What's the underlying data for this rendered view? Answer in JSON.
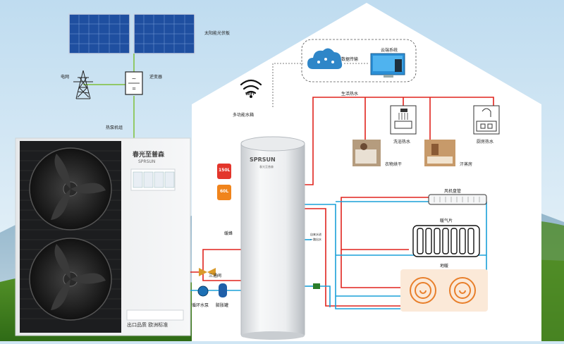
{
  "labels": {
    "solar_panel": "太阳能光伏板",
    "grid": "电网",
    "inverter": "逆变器",
    "heat_pump_unit": "热泵机组",
    "wifi": "多功能水箱",
    "data_transfer": "数据传输",
    "cloud_system": "云端系统",
    "domestic_hot_water": "生活热水",
    "bath_hot_water": "洗浴热水",
    "kitchen_hot_water": "厨房热水",
    "clothes_dryer": "衣物烘干",
    "sauna": "汗蒸房",
    "fan_coil": "风机盘管",
    "radiator": "暖气片",
    "floor_heating": "地暖",
    "buffer": "缓蜂",
    "three_way_valve": "三通阀",
    "circulation_pump": "循环水泵",
    "expansion_tank": "膨胀罐",
    "tap_water": "自来水进",
    "outlet": "一路出水",
    "tank_150": "150L",
    "tank_60": "60L",
    "brand_cn": "春光至普森",
    "brand_en": "SPRSUN",
    "tank_brand": "SPRSUN",
    "tank_brand_cn": "春光至普森",
    "unit_footer": "出口品质 欧洲标准",
    "wifi_label": "WIFI"
  },
  "colors": {
    "hot_pipe": "#e0231d",
    "cold_pipe": "#1aa0d8",
    "solar_wire": "#7ec03a",
    "house": "#ffffff",
    "sky": "#cfe6f4"
  }
}
